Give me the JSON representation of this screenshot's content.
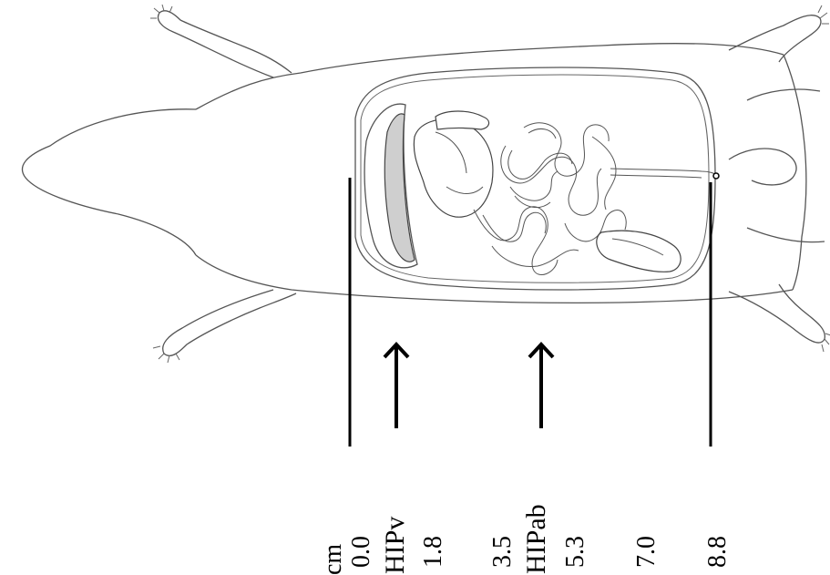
{
  "labels": {
    "unit": "cm",
    "region_v": "HIPv",
    "region_ab": "HIPab"
  },
  "scale": {
    "ticks": [
      "0.0",
      "1.8",
      "3.5",
      "5.3",
      "7.0",
      "8.8"
    ]
  }
}
